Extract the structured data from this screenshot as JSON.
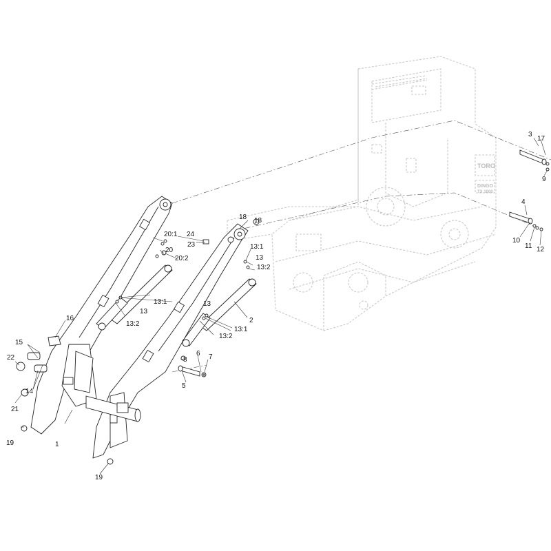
{
  "diagram": {
    "brand_text": [
      "TORO",
      "DINGO",
      "TX 1000"
    ],
    "callouts": [
      {
        "id": "c1",
        "text": "1"
      },
      {
        "id": "c2",
        "text": "2"
      },
      {
        "id": "c3",
        "text": "3"
      },
      {
        "id": "c4",
        "text": "4"
      },
      {
        "id": "c5",
        "text": "5"
      },
      {
        "id": "c6",
        "text": "6"
      },
      {
        "id": "c7",
        "text": "7"
      },
      {
        "id": "c8",
        "text": "8"
      },
      {
        "id": "c9",
        "text": "9"
      },
      {
        "id": "c10",
        "text": "10"
      },
      {
        "id": "c11",
        "text": "11"
      },
      {
        "id": "c12",
        "text": "12"
      },
      {
        "id": "c13a",
        "text": "13"
      },
      {
        "id": "c13b",
        "text": "13"
      },
      {
        "id": "c13c",
        "text": "13"
      },
      {
        "id": "c131a",
        "text": "13:1"
      },
      {
        "id": "c131b",
        "text": "13:1"
      },
      {
        "id": "c131c",
        "text": "13:1"
      },
      {
        "id": "c132a",
        "text": "13:2"
      },
      {
        "id": "c132b",
        "text": "13:2"
      },
      {
        "id": "c132c",
        "text": "13:2"
      },
      {
        "id": "c14",
        "text": "14"
      },
      {
        "id": "c15",
        "text": "15"
      },
      {
        "id": "c16",
        "text": "16"
      },
      {
        "id": "c17",
        "text": "17"
      },
      {
        "id": "c18a",
        "text": "18"
      },
      {
        "id": "c18b",
        "text": "18"
      },
      {
        "id": "c19a",
        "text": "19"
      },
      {
        "id": "c19b",
        "text": "19"
      },
      {
        "id": "c20",
        "text": "20"
      },
      {
        "id": "c201",
        "text": "20:1"
      },
      {
        "id": "c202",
        "text": "20:2"
      },
      {
        "id": "c21",
        "text": "21"
      },
      {
        "id": "c22",
        "text": "22"
      },
      {
        "id": "c23",
        "text": "23"
      },
      {
        "id": "c24",
        "text": "24"
      }
    ]
  }
}
